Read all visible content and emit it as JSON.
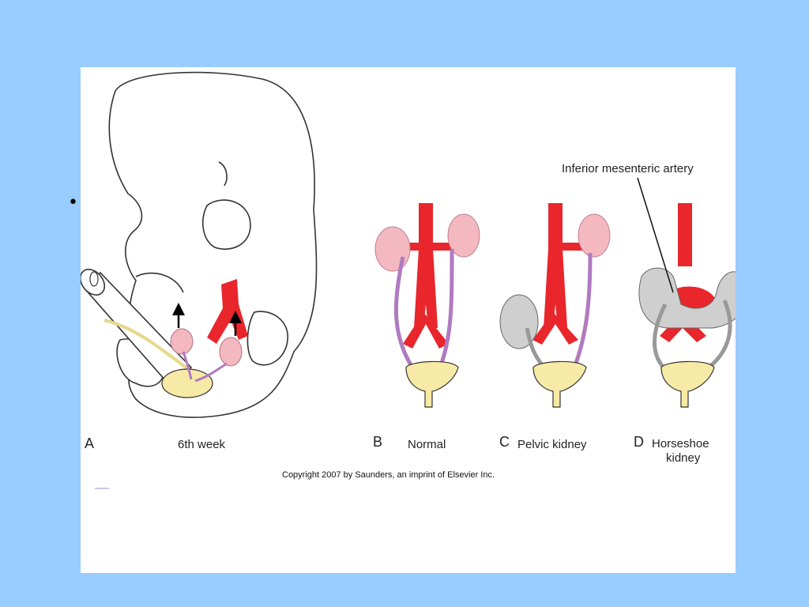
{
  "bullet": "•",
  "labels": {
    "a_letter": "A",
    "a_caption": "6th week",
    "b_letter": "B",
    "b_caption": "Normal",
    "c_letter": "C",
    "c_caption": "Pelvic kidney",
    "d_letter": "D",
    "d_caption_line1": "Horseshoe",
    "d_caption_line2": "kidney",
    "artery": "Inferior mesenteric artery"
  },
  "copyright": "Copyright 2007 by Saunders, an imprint of Elsevier Inc.",
  "colors": {
    "slide_bg": "#99ccff",
    "panel": "#ffffff",
    "aorta": "#e8262b",
    "kidney": "#f4b8c0",
    "ureter": "#b07ac0",
    "bladder": "#f7eaa6",
    "horseshoe": "#bdbdbd"
  }
}
